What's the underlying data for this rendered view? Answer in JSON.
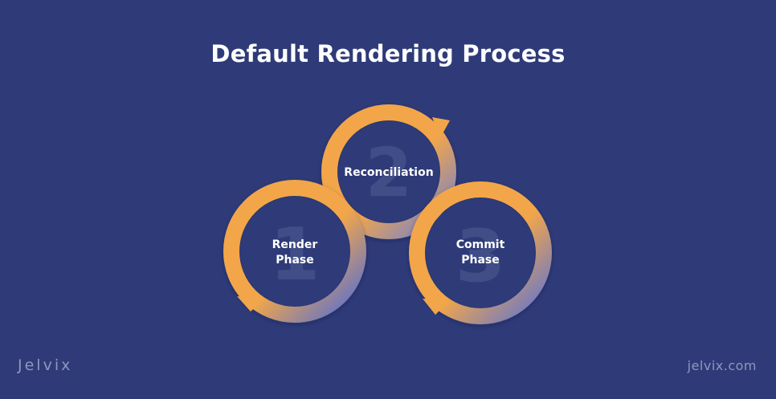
{
  "title": "Default Rendering Process",
  "steps": [
    {
      "number": "2",
      "label": "Reconciliation",
      "line2": ""
    },
    {
      "number": "1",
      "label": "Render",
      "line2": "Phase"
    },
    {
      "number": "3",
      "label": "Commit",
      "line2": "Phase"
    }
  ],
  "colors": {
    "background": "#2f3b78",
    "ring_primary": "#f2a64a",
    "ring_secondary": "#4f6cd9",
    "inner_circle": "#2f3b78"
  },
  "footer": {
    "brand_left": "Jelvix",
    "brand_right": "jelvix.com"
  }
}
